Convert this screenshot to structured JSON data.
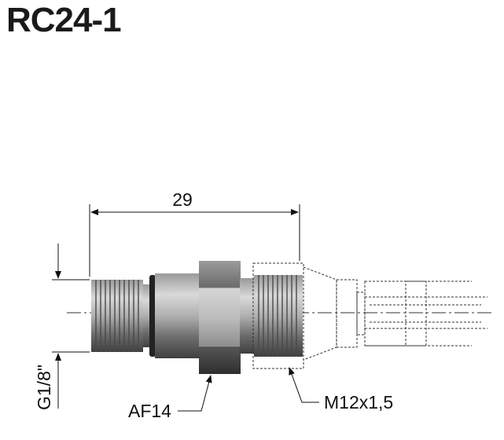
{
  "title": "RC24-1",
  "dimensions": {
    "length_label": "29",
    "thread_left_label": "G1/8\"",
    "hex_label": "AF14",
    "thread_right_label": "M12x1,5"
  }
}
